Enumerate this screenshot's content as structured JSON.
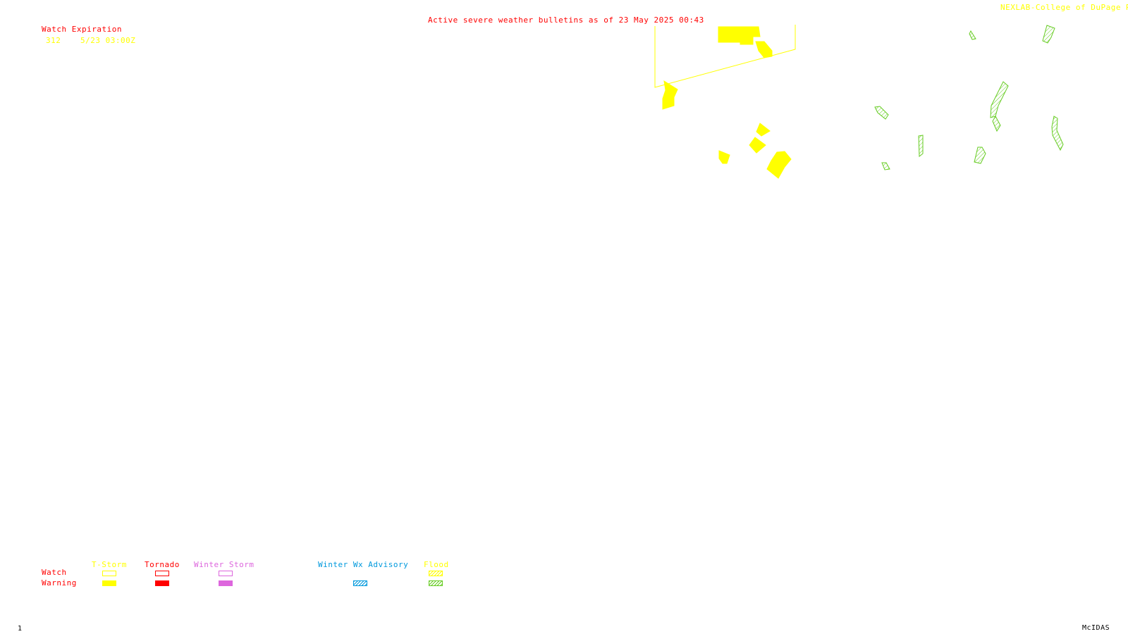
{
  "header": {
    "title": "Active severe weather bulletins as of 23 May 2025 00:43",
    "credit": "NEXLAB-College of DuPage R"
  },
  "watch_list": {
    "heading": "Watch Expiration",
    "items": [
      {
        "number": "312",
        "expiration": "5/23 03:00Z"
      }
    ]
  },
  "legend": {
    "row_labels": {
      "watch": "Watch",
      "warning": "Warning"
    },
    "categories": {
      "tstorm": {
        "label": "T-Storm",
        "color": "#ffff00"
      },
      "tornado": {
        "label": "Tornado",
        "color": "#ff0000"
      },
      "winter": {
        "label": "Winter Storm",
        "color": "#dd66dd"
      },
      "advisory": {
        "label": "Winter Wx Advisory",
        "color": "#0099dd"
      },
      "flood": {
        "label": "Flood",
        "color": "#66cc22"
      }
    }
  },
  "footer": {
    "frame_number": "1",
    "software": "McIDAS"
  },
  "colors": {
    "title": "#ff0000",
    "tstorm": "#ffff00",
    "flood": "#66cc22",
    "background": "#ffffff"
  }
}
